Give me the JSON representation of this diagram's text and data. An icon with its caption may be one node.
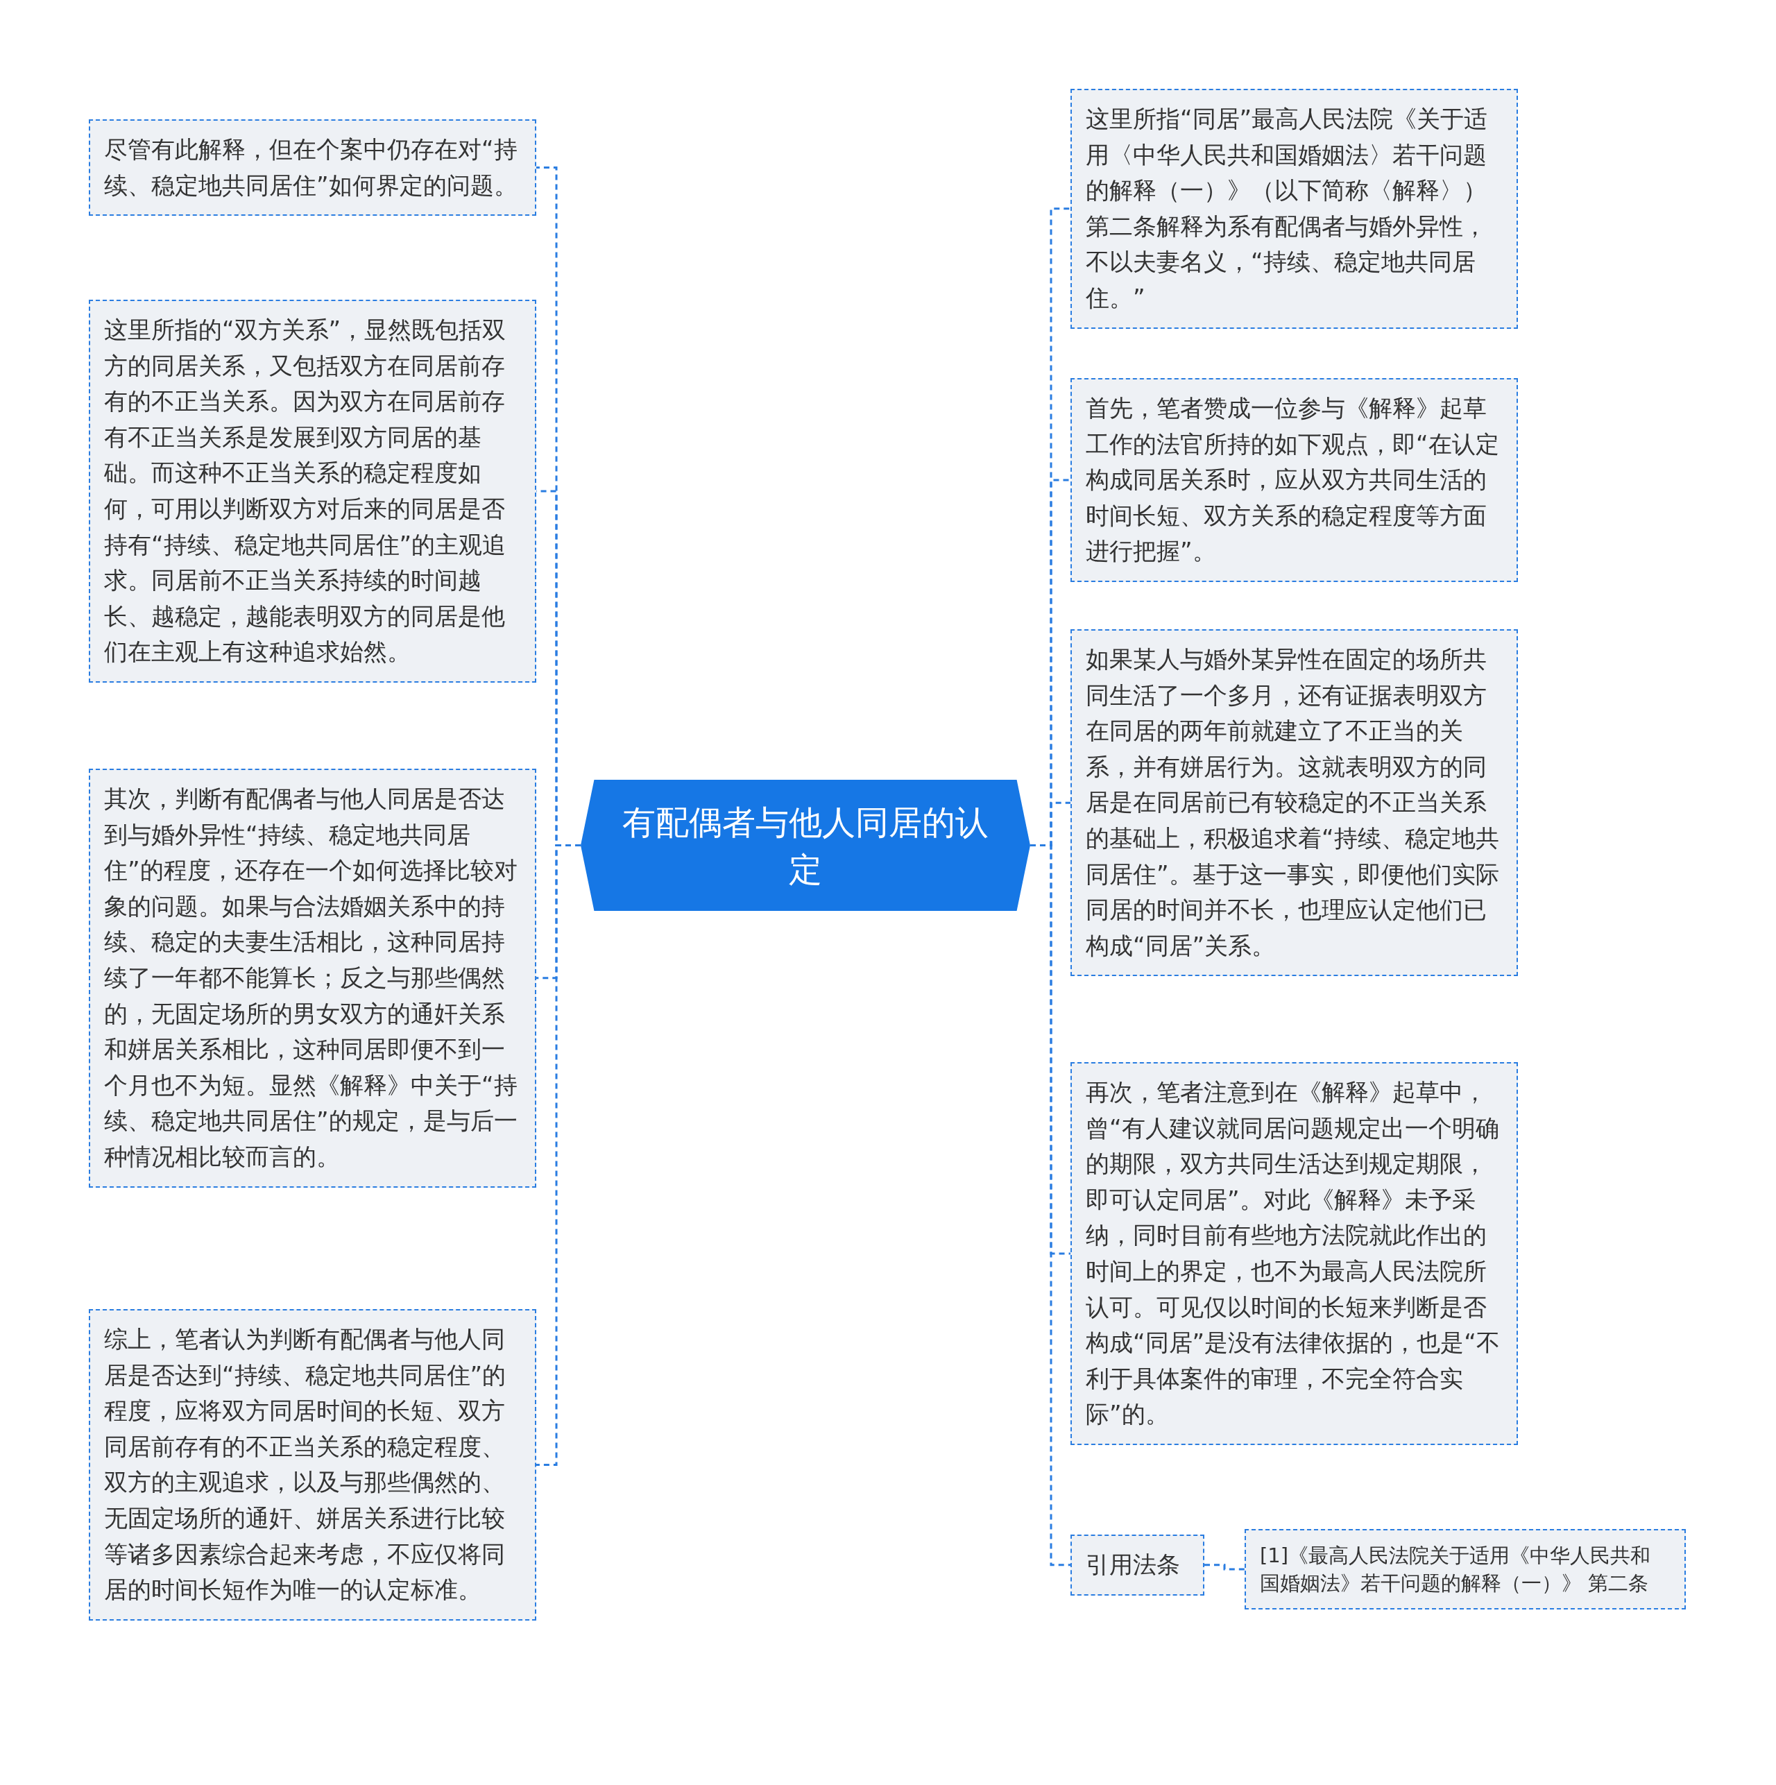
{
  "diagram": {
    "nodes": [
      {
        "text": [
          "有配偶者与他人同居的认定"
        ]
      },
      {
        "text": [
          "尽管有此解释，但在个案中仍存在对“持续、稳定地共同居住”如何界定的问题。"
        ]
      },
      {
        "text": [
          "这里所指的“双方关系”，显然既包括双方的同居关系，又包括双方在同居前存有的不正当关系。因为双方在同居前存有不正当关系是发展到双方同居的基础。而这种不正当关系的稳定程度如何，可用以判断双方对后来的同居是否持有“持续、稳定地共同居住”的主观追求。同居前不正当关系持续的时间越长、越稳定，越能表明双方的同居是他们在主观上有这种追求始然。"
        ]
      },
      {
        "text": [
          "其次，判断有配偶者与他人同居是否达到与婚外异性“持续、稳定地共同居住”的程度，还存在一个如何选择比较对象的问题。如果与合法婚姻关系中的持续、稳定的夫妻生活相比，这种同居持续了一年都不能算长；反之与那些偶然的，无固定场所的男女双方的通奸关系和姘居关系相比，这种同居即便不到一个月也不为短。显然《解释》中关于“持续、稳定地共同居住”的规定，是与后一种情况相比较而言的。"
        ]
      },
      {
        "text": [
          "综上，笔者认为判断有配偶者与他人同居是否达到“持续、稳定地共同居住”的程度，应将双方同居时间的长短、双方同居前存有的不正当关系的稳定程度、双方的主观追求，以及与那些偶然的、无固定场所的通奸、姘居关系进行比较等诸多因素综合起来考虑，不应仅将同居的时间长短作为唯一的认定标准。"
        ]
      },
      {
        "text": [
          "这里所指“同居”最高人民法院《关于适用〈中华人民共和国婚姻法〉若干问题的解释（一）》（以下简称〈解释〉）第二条解释为系有配偶者与婚外异性，不以夫妻名义，“持续、稳定地共同居住。”"
        ]
      },
      {
        "text": [
          "首先，笔者赞成一位参与《解释》起草工作的法官所持的如下观点，即“在认定构成同居关系时，应从双方共同生活的时间长短、双方关系的稳定程度等方面进行把握”。"
        ]
      },
      {
        "text": [
          "如果某人与婚外某异性在固定的场所共同生活了一个多月，还有证据表明双方在同居的两年前就建立了不正当的关系，并有姘居行为。这就表明双方的同居是在同居前已有较稳定的不正当关系的基础上，积极追求着“持续、稳定地共同居住”。基于这一事实，即便他们实际同居的时间并不长，也理应认定他们已构成“同居”关系。"
        ]
      },
      {
        "text": [
          "再次，笔者注意到在《解释》起草中，曾“有人建议就同居问题规定出一个明确的期限，双方共同生活达到规定期限，即可认定同居”。对此《解释》未予采纳，同时目前有些地方法院就此作出的时间上的界定，也不为最高人民法院所认可。可见仅以时间的长短来判断是否构成“同居”是没有法律依据的，也是“不利于具体案件的审理，不完全符合实际”的。"
        ]
      },
      {
        "text": [
          "引用法条"
        ]
      },
      {
        "text": [
          "[1]《最高人民法院关于适用《中华人民共和国婚姻法》若干问题的解释（一）》 第二条"
        ]
      }
    ],
    "edges": [
      {
        "from": 0,
        "to": 1,
        "arrow": "none",
        "style": "dashed"
      },
      {
        "from": 0,
        "to": 2,
        "arrow": "none",
        "style": "dashed"
      },
      {
        "from": 0,
        "to": 3,
        "arrow": "none",
        "style": "dashed"
      },
      {
        "from": 0,
        "to": 4,
        "arrow": "none",
        "style": "dashed"
      },
      {
        "from": 0,
        "to": 5,
        "arrow": "none",
        "style": "dashed"
      },
      {
        "from": 0,
        "to": 6,
        "arrow": "none",
        "style": "dashed"
      },
      {
        "from": 0,
        "to": 7,
        "arrow": "none",
        "style": "dashed"
      },
      {
        "from": 0,
        "to": 8,
        "arrow": "none",
        "style": "dashed"
      },
      {
        "from": 0,
        "to": 9,
        "arrow": "none",
        "style": "dashed"
      },
      {
        "from": 9,
        "to": 10,
        "arrow": "none",
        "style": "dashed"
      }
    ]
  }
}
